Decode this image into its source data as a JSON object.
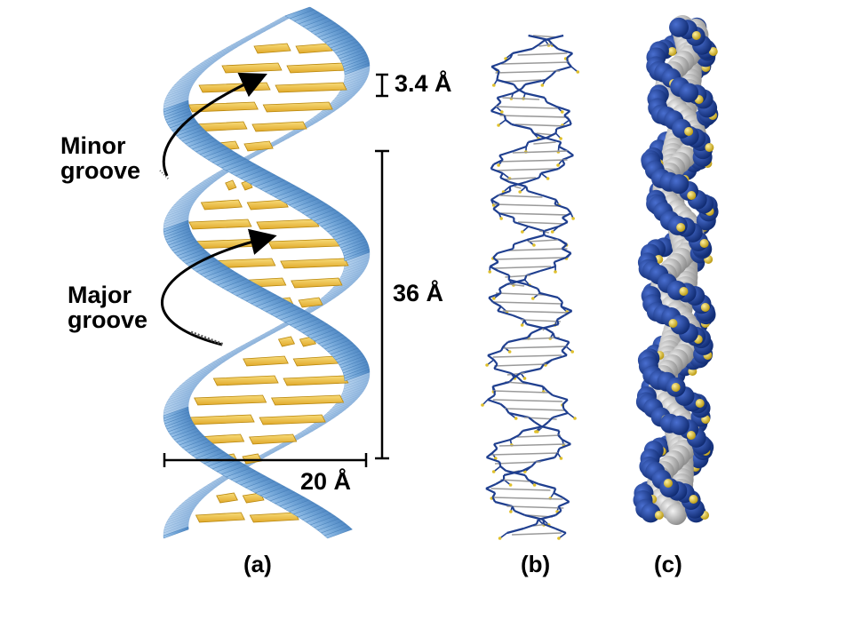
{
  "labels": {
    "minor_groove": {
      "line1": "Minor",
      "line2": "groove"
    },
    "major_groove": {
      "line1": "Major",
      "line2": "groove"
    },
    "rise": "3.4 Å",
    "pitch": "36 Å",
    "diameter": "20 Å"
  },
  "panels": {
    "a": "(a)",
    "b": "(b)",
    "c": "(c)"
  },
  "colors": {
    "backbone_blue": "#7aaedb",
    "backbone_edge": "#3f78b4",
    "base_yellow": "#f2c94c",
    "base_edge": "#b8860b",
    "stick_blue": "#1f3f8f",
    "stick_gray": "#9a9a9a",
    "atom_blue": "#1d3f9a",
    "atom_gray": "#c9c9c9",
    "phosphorus_yellow": "#e0c02a"
  },
  "icons": [
    "minor-groove-arrow-icon",
    "major-groove-arrow-icon"
  ]
}
